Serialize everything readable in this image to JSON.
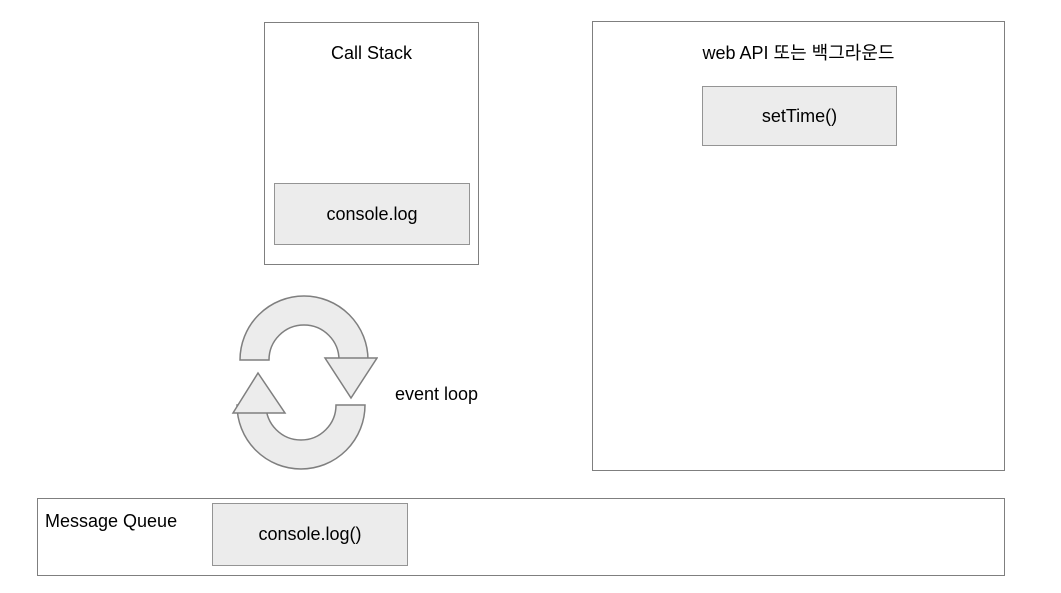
{
  "call_stack": {
    "title": "Call Stack",
    "frames": [
      "console.log"
    ]
  },
  "web_api": {
    "title": "web API 또는 백그라운드",
    "tasks": [
      "setTime()"
    ]
  },
  "event_loop": {
    "label": "event loop"
  },
  "message_queue": {
    "title": "Message Queue",
    "messages": [
      "console.log()"
    ]
  },
  "colors": {
    "background": "#ffffff",
    "text": "#000000",
    "container_border": "#7f7f7f",
    "box_border": "#949494",
    "box_fill": "#ececec"
  },
  "icons": {
    "event_loop_icon": "cycle-arrows"
  }
}
